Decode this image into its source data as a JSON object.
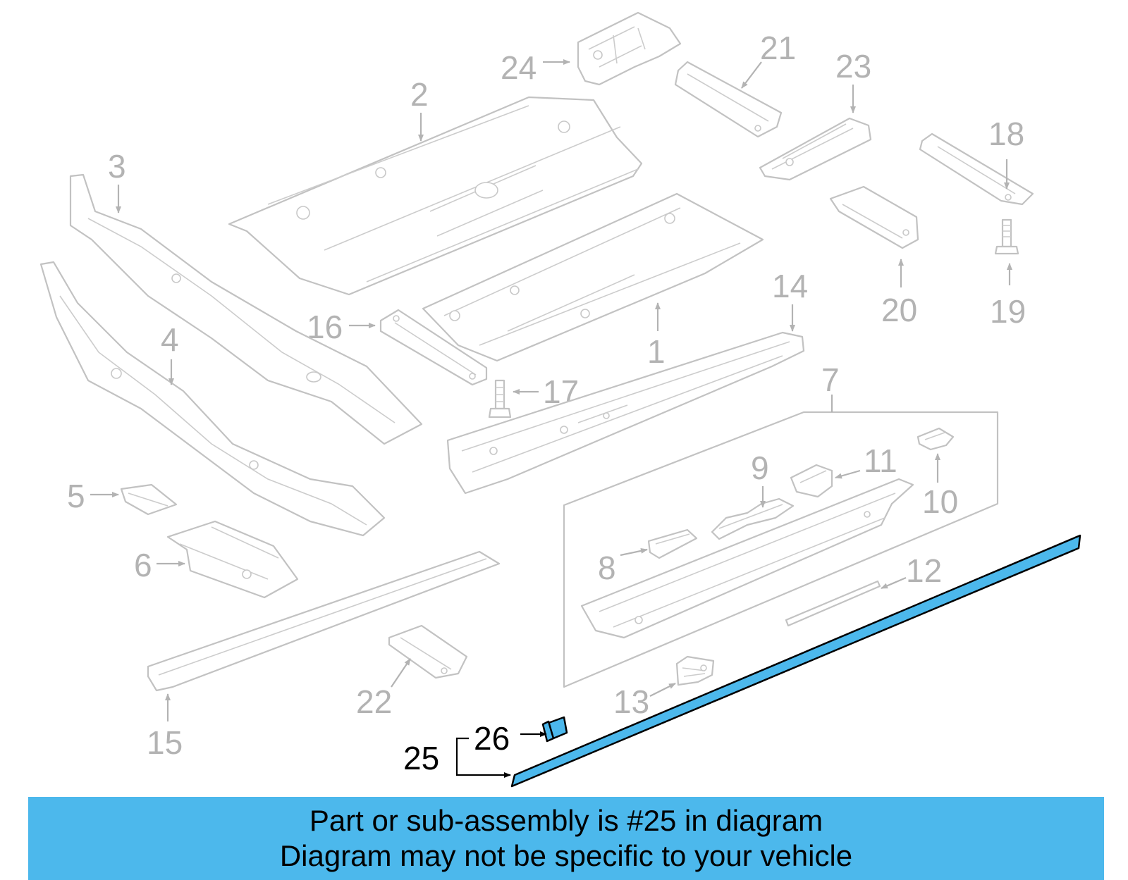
{
  "callouts": {
    "c1": "1",
    "c2": "2",
    "c3": "3",
    "c4": "4",
    "c5": "5",
    "c6": "6",
    "c7": "7",
    "c8": "8",
    "c9": "9",
    "c10": "10",
    "c11": "11",
    "c12": "12",
    "c13": "13",
    "c14": "14",
    "c15": "15",
    "c16": "16",
    "c17": "17",
    "c18": "18",
    "c19": "19",
    "c20": "20",
    "c21": "21",
    "c22": "22",
    "c23": "23",
    "c24": "24",
    "c25": "25",
    "c26": "26"
  },
  "highlight": {
    "part_number": "25",
    "color": "#4cb8ec"
  },
  "banner": {
    "line1": "Part or sub-assembly is #25 in diagram",
    "line2": "Diagram may not be specific to your vehicle"
  }
}
